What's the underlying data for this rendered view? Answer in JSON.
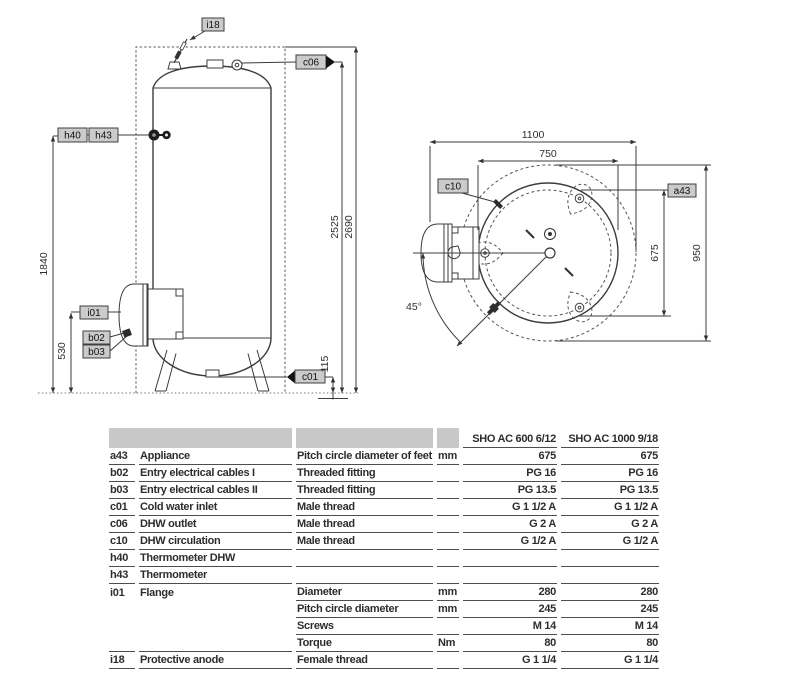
{
  "side_view": {
    "labels": {
      "i18": "i18",
      "c06": "c06",
      "h40": "h40",
      "h43": "h43",
      "i01": "i01",
      "b02": "b02",
      "b03": "b03",
      "c01": "c01"
    },
    "dims": {
      "height_total": "2690",
      "height_outlet": "2525",
      "height_thermometer": "1840",
      "height_flange": "530",
      "height_inlet": "115"
    }
  },
  "top_view": {
    "labels": {
      "c10": "c10",
      "a43": "a43"
    },
    "dims": {
      "width_total": "1100",
      "tank_diameter": "750",
      "feet_pitch_circle": "675",
      "outer_diameter": "950",
      "angle": "45°"
    }
  },
  "table": {
    "header": {
      "col600": "SHO AC 600 6/12",
      "col1000": "SHO AC 1000 9/18"
    },
    "rows": [
      {
        "code": "a43",
        "name": "Appliance",
        "property": "Pitch circle diameter of feet",
        "unit": "mm",
        "v600": "675",
        "v1000": "675"
      },
      {
        "code": "b02",
        "name": "Entry electrical cables I",
        "property": "Threaded fitting",
        "unit": "",
        "v600": "PG 16",
        "v1000": "PG 16"
      },
      {
        "code": "b03",
        "name": "Entry electrical cables II",
        "property": "Threaded fitting",
        "unit": "",
        "v600": "PG 13.5",
        "v1000": "PG 13.5"
      },
      {
        "code": "c01",
        "name": "Cold water inlet",
        "property": "Male thread",
        "unit": "",
        "v600": "G 1 1/2 A",
        "v1000": "G 1 1/2 A"
      },
      {
        "code": "c06",
        "name": "DHW outlet",
        "property": "Male thread",
        "unit": "",
        "v600": "G 2 A",
        "v1000": "G 2 A"
      },
      {
        "code": "c10",
        "name": "DHW circulation",
        "property": "Male thread",
        "unit": "",
        "v600": "G 1/2 A",
        "v1000": "G 1/2 A"
      },
      {
        "code": "h40",
        "name": "Thermometer DHW",
        "property": "",
        "unit": "",
        "v600": "",
        "v1000": ""
      },
      {
        "code": "h43",
        "name": "Thermometer",
        "property": "",
        "unit": "",
        "v600": "",
        "v1000": ""
      },
      {
        "code": "i01",
        "name": "Flange",
        "property": "Diameter",
        "unit": "mm",
        "v600": "280",
        "v1000": "280"
      },
      {
        "code": "",
        "name": "",
        "property": "Pitch circle diameter",
        "unit": "mm",
        "v600": "245",
        "v1000": "245"
      },
      {
        "code": "",
        "name": "",
        "property": "Screws",
        "unit": "",
        "v600": "M 14",
        "v1000": "M 14"
      },
      {
        "code": "",
        "name": "",
        "property": "Torque",
        "unit": "Nm",
        "v600": "80",
        "v1000": "80"
      },
      {
        "code": "i18",
        "name": "Protective anode",
        "property": "Female thread",
        "unit": "",
        "v600": "G 1 1/4",
        "v1000": "G 1 1/4"
      }
    ]
  }
}
